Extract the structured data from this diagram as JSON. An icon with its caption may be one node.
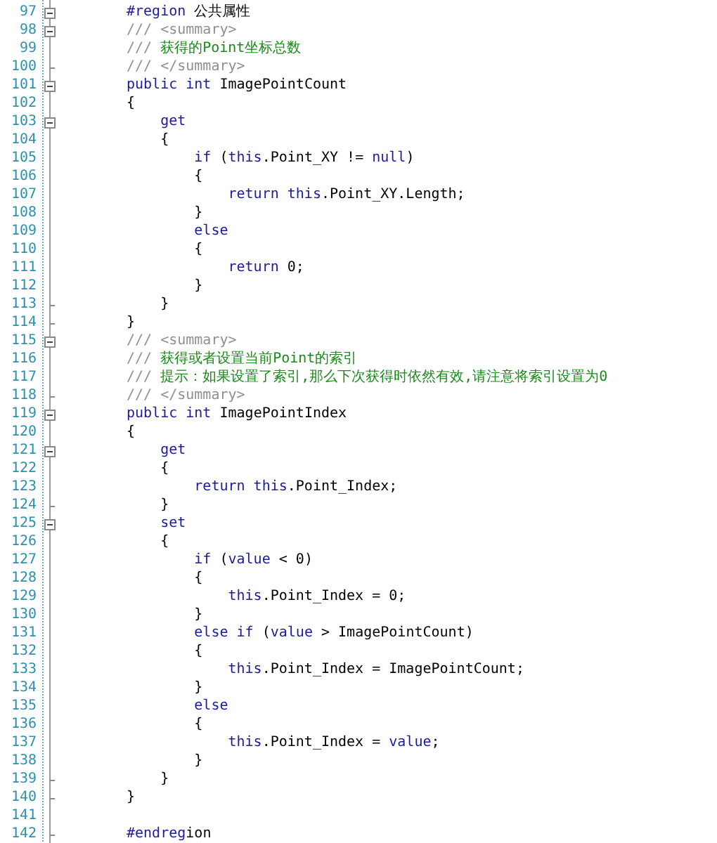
{
  "diagram": {
    "labels": [
      "97",
      "#region 公共属性",
      "98",
      "/// <summary>",
      "99",
      "/// 获得的Point坐标总数",
      "100",
      "/// </summary>",
      "101",
      "public int ImagePointCount",
      "102",
      "{",
      "103",
      "get",
      "104",
      "{",
      "105",
      "if (this.Point_XY != null)",
      "106",
      "{",
      "107",
      "return this.Point_XY.Length;",
      "108",
      "}",
      "109",
      "else",
      "110",
      "{",
      "111",
      "return 0;",
      "112",
      "}",
      "113",
      "}",
      "114",
      "}",
      "115",
      "/// <summary>",
      "116",
      "/// 获得或者设置当前Point的索引",
      "117",
      "/// 提示：如果设置了索引,那么下次获得时依然有效,请注意将索引设置为0",
      "118",
      "/// </summary>",
      "119",
      "public int ImagePointIndex",
      "120",
      "{",
      "121",
      "get",
      "122",
      "{",
      "123",
      "return this.Point_Index;",
      "124",
      "}",
      "125",
      "set",
      "126",
      "{",
      "127",
      "if (value < 0)",
      "128",
      "{",
      "129",
      "this.Point_Index = 0;",
      "130",
      "}",
      "131",
      "else if (value > ImagePointCount)",
      "132",
      "{",
      "133",
      "this.Point_Index = ImagePointCount;",
      "134",
      "}",
      "135",
      "else",
      "136",
      "{",
      "137",
      "this.Point_Index = value;",
      "138",
      "}",
      "139",
      "}",
      "140",
      "}",
      "141",
      "142",
      "#endregion"
    ]
  }
}
